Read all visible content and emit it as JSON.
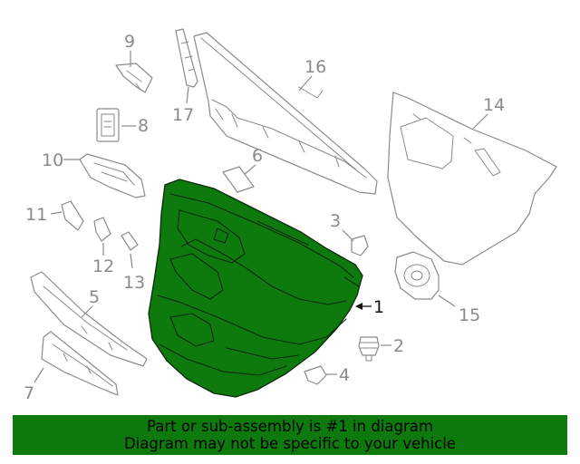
{
  "callouts": {
    "c1": "1",
    "c2": "2",
    "c3": "3",
    "c4": "4",
    "c5": "5",
    "c6": "6",
    "c7": "7",
    "c8": "8",
    "c9": "9",
    "c10": "10",
    "c11": "11",
    "c12": "12",
    "c13": "13",
    "c14": "14",
    "c15": "15",
    "c16": "16",
    "c17": "17"
  },
  "banner": {
    "line1": "Part or sub-assembly is #1 in diagram",
    "line2": "Diagram may not be specific to your vehicle"
  },
  "colors": {
    "highlight": "#0e7a0e",
    "part_outline": "#8a8a8a",
    "banner_background": "#0e7a0e"
  }
}
